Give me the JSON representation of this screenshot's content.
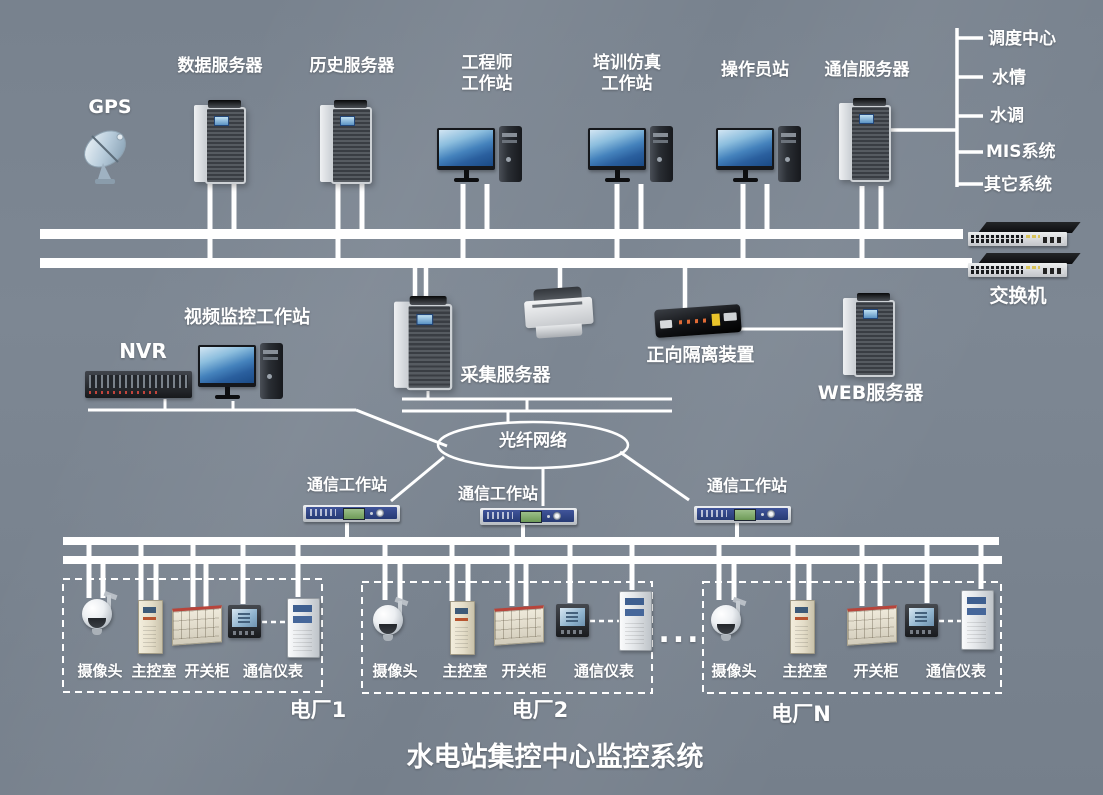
{
  "title": "水电站集控中心监控系统",
  "colors": {
    "background": "#7b8591",
    "line": "#ffffff",
    "text": "#ffffff",
    "comm_unit_face": "#2f4380",
    "switchgear_top": "#b8443a"
  },
  "top_row": {
    "gps_label": "GPS",
    "data_server": "数据服务器",
    "history_server": "历史服务器",
    "engineer_ws": "工程师\n工作站",
    "training_ws": "培训仿真\n工作站",
    "operator_ws": "操作员站",
    "comm_server": "通信服务器"
  },
  "remote_systems": [
    "调度中心",
    "水情",
    "水调",
    "MIS系统",
    "其它系统"
  ],
  "switch_label": "交换机",
  "middle_row": {
    "nvr": "NVR",
    "video_ws": "视频监控工作站",
    "scada_server": "采集服务器",
    "isolation_device": "正向隔离装置",
    "web_server": "WEB服务器"
  },
  "fiber_network": "光纤网络",
  "comm_workstations": [
    {
      "label": "通信工作站"
    },
    {
      "label": "通信工作站"
    },
    {
      "label": "通信工作站"
    }
  ],
  "plants": [
    {
      "name": "电厂1",
      "devices": [
        "摄像头",
        "主控室",
        "开关柜",
        "通信仪表"
      ]
    },
    {
      "name": "电厂2",
      "devices": [
        "摄像头",
        "主控室",
        "开关柜",
        "通信仪表"
      ]
    },
    {
      "name": "电厂N",
      "devices": [
        "摄像头",
        "主控室",
        "开关柜",
        "通信仪表"
      ]
    }
  ],
  "ellipsis": "...",
  "icons": {
    "gps": "satellite-dish-icon",
    "server": "server-tower-icon",
    "workstation": "desktop-computer-icon",
    "nvr": "nvr-rack-icon",
    "printer": "printer-icon",
    "isolation": "isolation-box-icon",
    "switch": "network-switch-icon",
    "comm_unit": "rack-unit-icon",
    "camera": "dome-camera-icon",
    "control_cabinet": "control-cabinet-icon",
    "switchgear": "switchgear-cabinet-icon",
    "meter": "comm-meter-icon",
    "plant_cabinet": "equipment-cabinet-icon"
  }
}
